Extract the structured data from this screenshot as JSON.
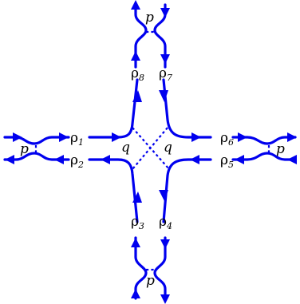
{
  "labels": {
    "p": "p",
    "q": "q",
    "rho": "ρ",
    "rho_subscripts": [
      "1",
      "2",
      "3",
      "4",
      "5",
      "6",
      "7",
      "8"
    ]
  },
  "colors": {
    "line": "#0000ee",
    "text": "#000000"
  }
}
